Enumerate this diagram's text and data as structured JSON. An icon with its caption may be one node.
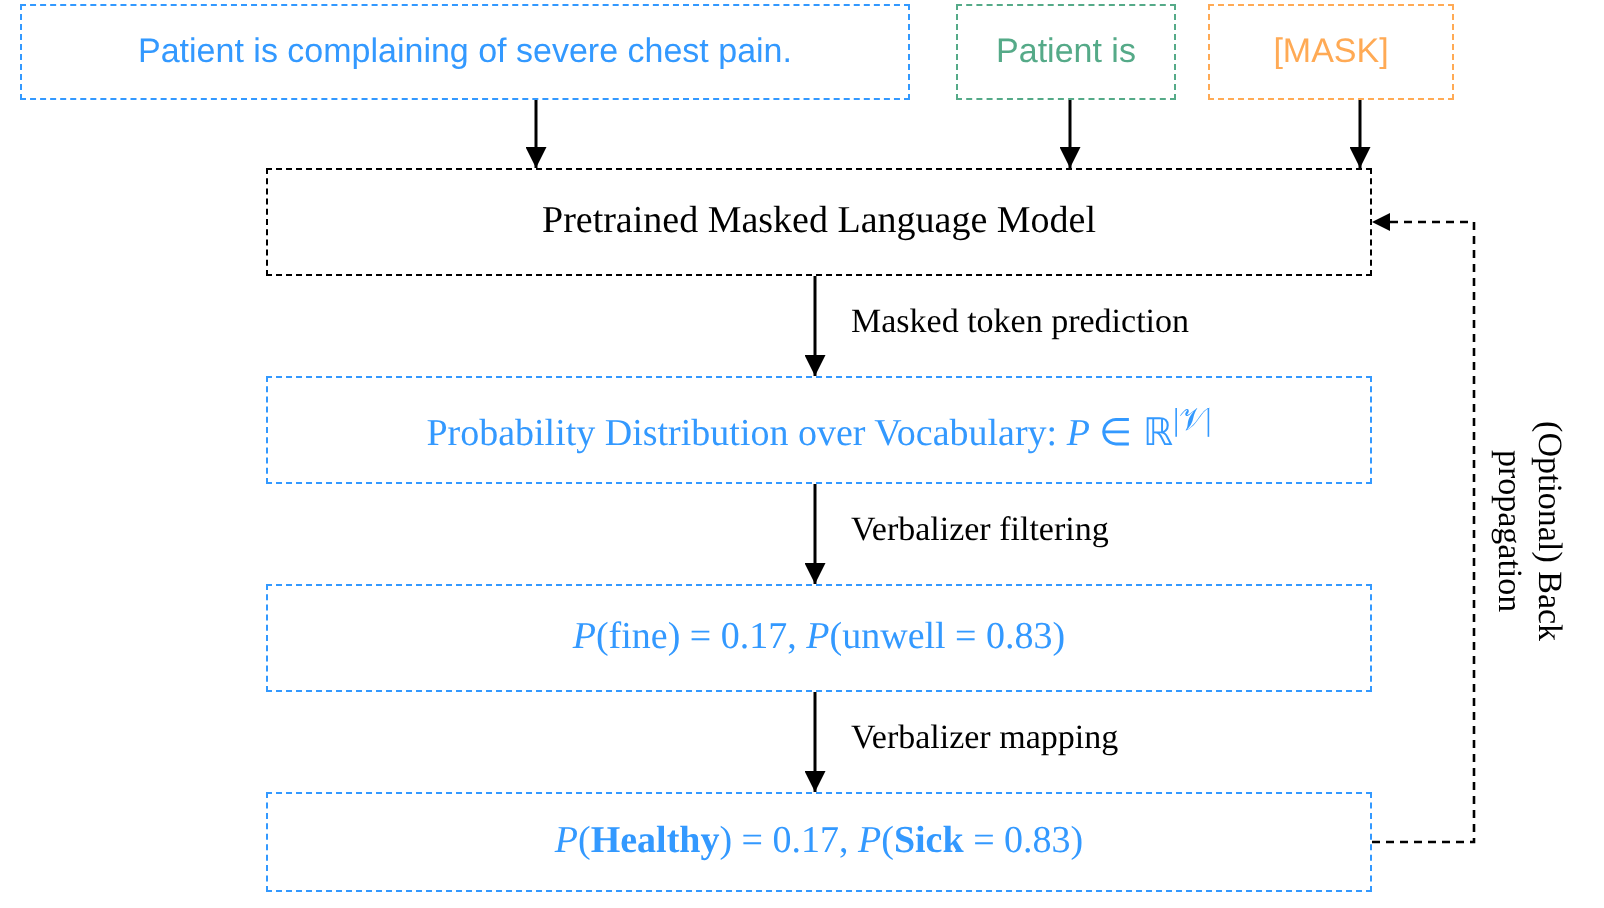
{
  "diagram": {
    "nodes": [
      {
        "text": [
          "Patient is complaining of severe chest pain."
        ]
      },
      {
        "text": [
          "Patient is"
        ]
      },
      {
        "text": [
          "[MASK]"
        ]
      },
      {
        "text": [
          "Pretrained Masked Language Model"
        ]
      },
      {
        "text": [
          "Probability Distribution over Vocabulary: *P* ∈ ℝ$^{|𝒱|}$"
        ]
      },
      {
        "text": [
          "*P*(fine) = 0.17, *P*(unwell = 0.83)"
        ]
      },
      {
        "text": [
          "*P*(**Healthy**) = 0.17, *P*(**Sick** = 0.83)"
        ]
      }
    ],
    "edges": [
      {
        "from": 0,
        "to": 3,
        "arrow": "to"
      },
      {
        "from": 1,
        "to": 3,
        "arrow": "to"
      },
      {
        "from": 2,
        "to": 3,
        "arrow": "to"
      },
      {
        "from": 3,
        "to": 4,
        "arrow": "to",
        "label": "Masked token prediction"
      },
      {
        "from": 4,
        "to": 5,
        "arrow": "to",
        "label": "Verbalizer filtering"
      },
      {
        "from": 5,
        "to": 6,
        "arrow": "to",
        "label": "Verbalizer mapping"
      },
      {
        "from": 6,
        "to": 3,
        "arrow": "to",
        "label": "(Optional) Back propagation",
        "style": "dashed"
      }
    ]
  }
}
